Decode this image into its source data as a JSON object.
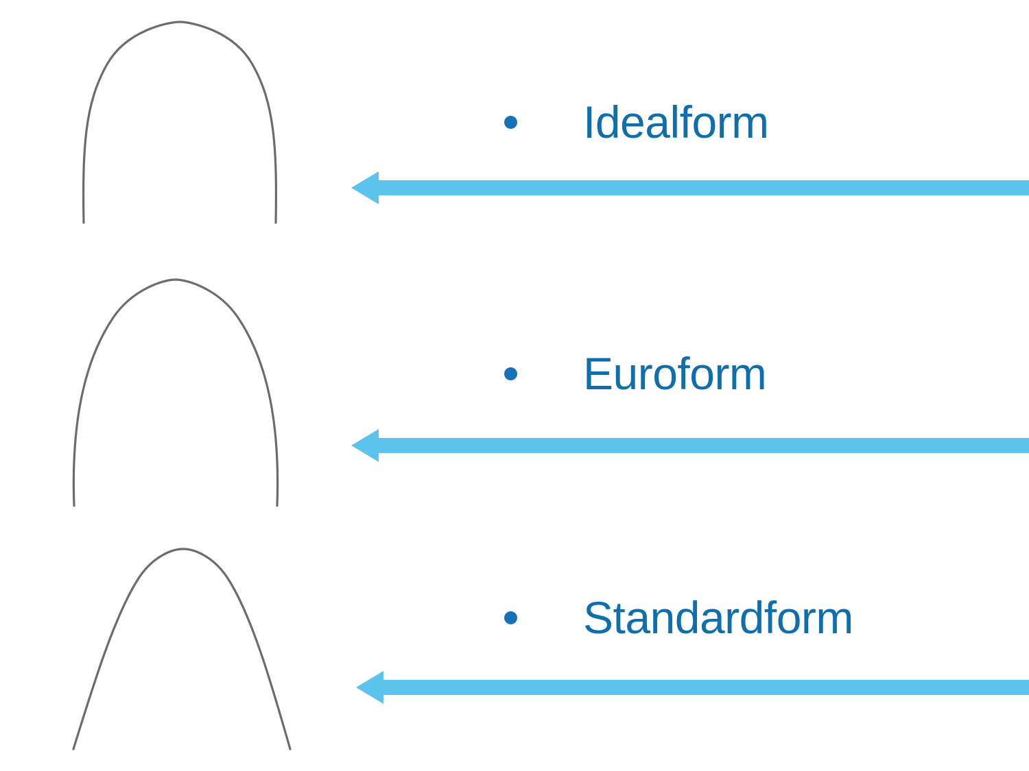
{
  "slide": {
    "background_color": "#ffffff",
    "arch_stroke_color": "#6c6c6c",
    "label_color": "#0f6fad",
    "bullet_color": "#1572b6",
    "arrow_color": "#5cc3ec"
  },
  "items": [
    {
      "id": "idealform",
      "label": "Idealform",
      "bullet": "•",
      "arch_name": "idealform-archwire",
      "arch_description": "Broad U-shaped dental archwire with near-vertical legs and a wide flattened apex",
      "arrow_name": "left-arrow-idealform",
      "arrow_direction": "left"
    },
    {
      "id": "euroform",
      "label": "Euroform",
      "bullet": "•",
      "arch_name": "euroform-archwire",
      "arch_description": "Rounded parabolic dental archwire with a narrower, more pointed apex",
      "arrow_name": "left-arrow-euroform",
      "arrow_direction": "left"
    },
    {
      "id": "standardform",
      "label": "Standardform",
      "bullet": "•",
      "arch_name": "standardform-archwire",
      "arch_description": "Tapered dental archwire with a rounded crown and straight outward-flaring legs",
      "arrow_name": "left-arrow-standardform",
      "arrow_direction": "left"
    }
  ]
}
